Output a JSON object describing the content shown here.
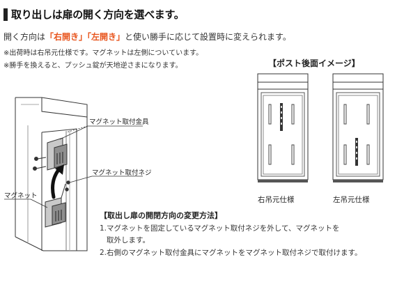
{
  "heading": "取り出しは扉の開く方向を選べます。",
  "intro": {
    "before": "開く方向は",
    "highlight1": "「右開き」",
    "highlight2": "「左開き」",
    "after": "と使い勝手に応じて設置時に変えられます。"
  },
  "notes": [
    "※出荷時は右吊元仕様です。マグネットは左側についています。",
    "※勝手を換えると、プッシュ錠が天地逆さまになります。"
  ],
  "diagram_labels": {
    "bracket": "マグネット取付金具",
    "screw": "マグネット取付ネジ",
    "magnet": "マグネット"
  },
  "image_caption": "【ポスト後面イメージ】",
  "post_labels": {
    "right": "右吊元仕様",
    "left": "左吊元仕様"
  },
  "method": {
    "title": "【取出し扉の開閉方向の変更方法】",
    "step1_line1": "1.マグネットを固定しているマグネット取付ネジを外して、マグネットを",
    "step1_line2": "取外します。",
    "step2": "2.右側のマグネット取付金具にマグネットをマグネット取付ネジで取付けます。"
  },
  "colors": {
    "highlight": "#e8541c",
    "heading_bar": "#222222"
  }
}
